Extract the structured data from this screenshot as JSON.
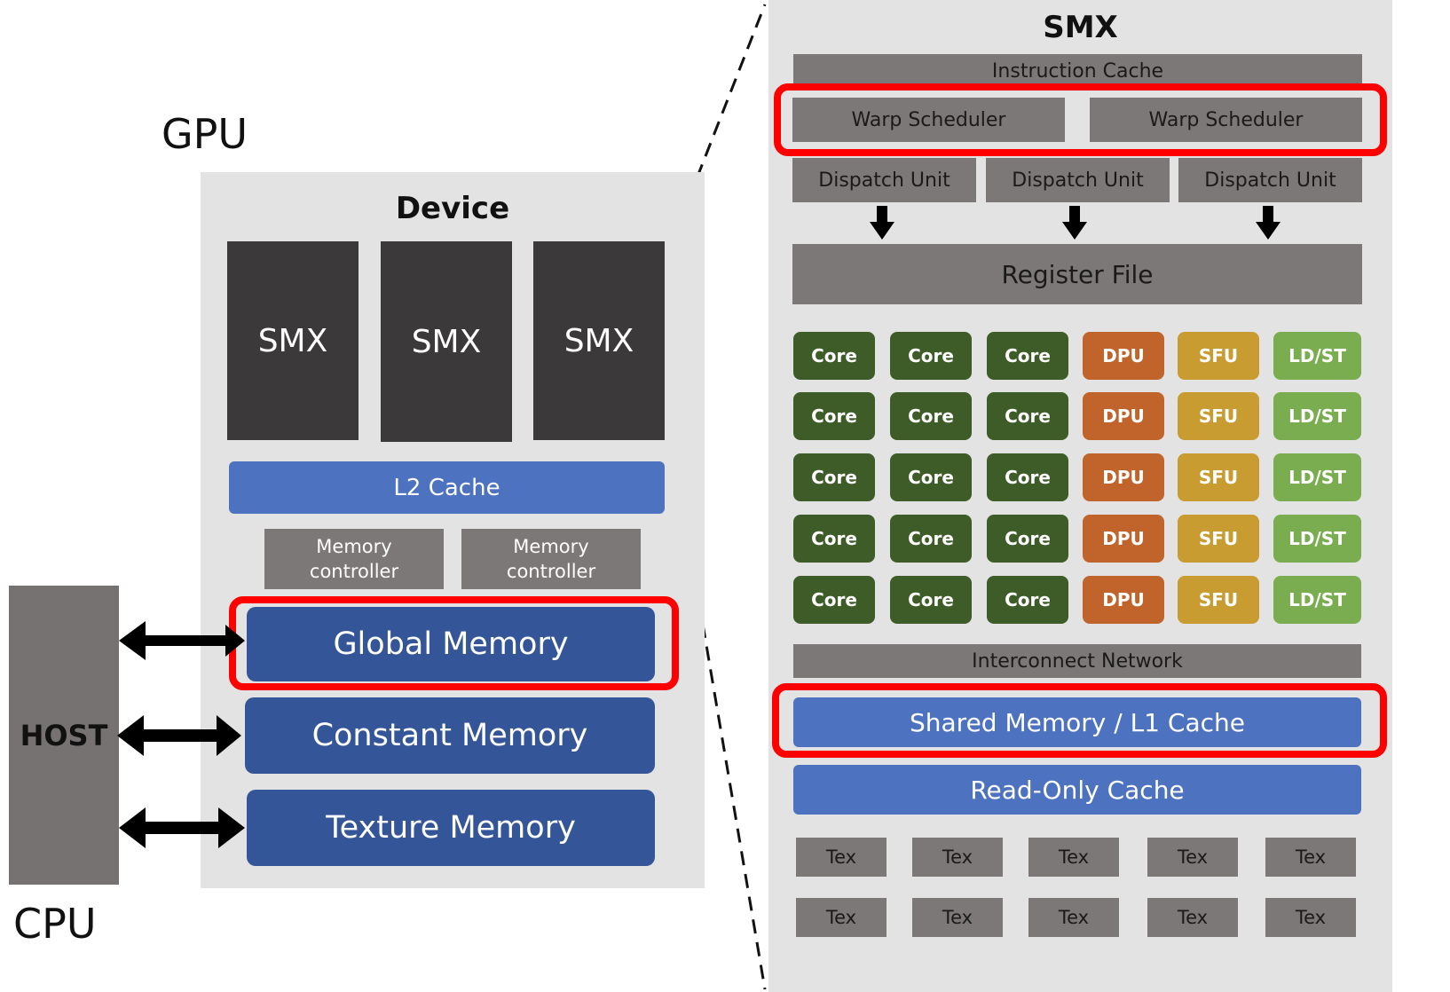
{
  "labels": {
    "gpu": "GPU",
    "cpu": "CPU"
  },
  "device": {
    "title": "Device",
    "smx_blocks": [
      "SMX",
      "SMX",
      "SMX"
    ],
    "l2_cache": "L2 Cache",
    "memory_controllers": [
      "Memory\ncontroller",
      "Memory\ncontroller"
    ],
    "memories": [
      "Global Memory",
      "Constant Memory",
      "Texture Memory"
    ]
  },
  "host": {
    "label": "HOST"
  },
  "smx": {
    "title": "SMX",
    "instruction_cache": "Instruction Cache",
    "warp_schedulers": [
      "Warp Scheduler",
      "Warp Scheduler"
    ],
    "dispatch_units": [
      "Dispatch Unit",
      "Dispatch Unit",
      "Dispatch Unit"
    ],
    "register_file": "Register File",
    "unit_columns": [
      "Core",
      "Core",
      "Core",
      "DPU",
      "SFU",
      "LD/ST"
    ],
    "unit_rows": 5,
    "interconnect": "Interconnect Network",
    "shared_memory": "Shared Memory / L1 Cache",
    "read_only_cache": "Read-Only Cache",
    "tex_rows": [
      [
        "Tex",
        "Tex",
        "Tex",
        "Tex",
        "Tex"
      ],
      [
        "Tex",
        "Tex",
        "Tex",
        "Tex",
        "Tex"
      ]
    ]
  },
  "colors": {
    "highlight": "#ff0000",
    "core": "#3e5c28",
    "dpu": "#c0642c",
    "sfu": "#c99c31",
    "ldst": "#79ad50",
    "memory": "#345597",
    "cache": "#4d72c0"
  }
}
